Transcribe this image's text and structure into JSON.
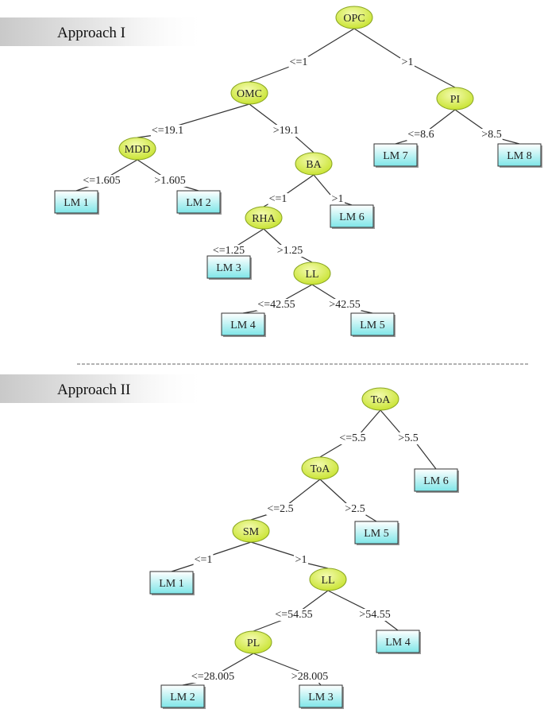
{
  "colors": {
    "split_node_fill_light": "#f4fbb0",
    "split_node_fill_dark": "#c6e22a",
    "split_node_stroke": "#8aa622",
    "leaf_fill_light": "#ffffff",
    "leaf_fill_dark": "#7fe6e8",
    "leaf_stroke": "#333333",
    "edge": "#333333",
    "banner_dark": "#c9c9c9",
    "divider": "#666666"
  },
  "approaches": [
    {
      "title": "Approach I",
      "nodes": [
        {
          "id": "a1-opc",
          "kind": "split",
          "label": "OPC"
        },
        {
          "id": "a1-omc",
          "kind": "split",
          "label": "OMC"
        },
        {
          "id": "a1-pi",
          "kind": "split",
          "label": "PI"
        },
        {
          "id": "a1-mdd",
          "kind": "split",
          "label": "MDD"
        },
        {
          "id": "a1-ba",
          "kind": "split",
          "label": "BA"
        },
        {
          "id": "a1-rha",
          "kind": "split",
          "label": "RHA"
        },
        {
          "id": "a1-ll",
          "kind": "split",
          "label": "LL"
        },
        {
          "id": "a1-lm1",
          "kind": "leaf",
          "label": "LM 1"
        },
        {
          "id": "a1-lm2",
          "kind": "leaf",
          "label": "LM 2"
        },
        {
          "id": "a1-lm3",
          "kind": "leaf",
          "label": "LM 3"
        },
        {
          "id": "a1-lm4",
          "kind": "leaf",
          "label": "LM 4"
        },
        {
          "id": "a1-lm5",
          "kind": "leaf",
          "label": "LM 5"
        },
        {
          "id": "a1-lm6",
          "kind": "leaf",
          "label": "LM 6"
        },
        {
          "id": "a1-lm7",
          "kind": "leaf",
          "label": "LM 7"
        },
        {
          "id": "a1-lm8",
          "kind": "leaf",
          "label": "LM 8"
        }
      ],
      "edges": [
        {
          "from": "a1-opc",
          "to": "a1-omc",
          "label": "<=1"
        },
        {
          "from": "a1-opc",
          "to": "a1-pi",
          "label": ">1"
        },
        {
          "from": "a1-omc",
          "to": "a1-mdd",
          "label": "<=19.1"
        },
        {
          "from": "a1-omc",
          "to": "a1-ba",
          "label": ">19.1"
        },
        {
          "from": "a1-pi",
          "to": "a1-lm7",
          "label": "<=8.6"
        },
        {
          "from": "a1-pi",
          "to": "a1-lm8",
          "label": ">8.5"
        },
        {
          "from": "a1-mdd",
          "to": "a1-lm1",
          "label": "<=1.605"
        },
        {
          "from": "a1-mdd",
          "to": "a1-lm2",
          "label": ">1.605"
        },
        {
          "from": "a1-ba",
          "to": "a1-rha",
          "label": "<=1"
        },
        {
          "from": "a1-ba",
          "to": "a1-lm6",
          "label": ">1"
        },
        {
          "from": "a1-rha",
          "to": "a1-lm3",
          "label": "<=1.25"
        },
        {
          "from": "a1-rha",
          "to": "a1-ll",
          "label": ">1.25"
        },
        {
          "from": "a1-ll",
          "to": "a1-lm4",
          "label": "<=42.55"
        },
        {
          "from": "a1-ll",
          "to": "a1-lm5",
          "label": ">42.55"
        }
      ]
    },
    {
      "title": "Approach II",
      "nodes": [
        {
          "id": "a2-toa1",
          "kind": "split",
          "label": "ToA"
        },
        {
          "id": "a2-toa2",
          "kind": "split",
          "label": "ToA"
        },
        {
          "id": "a2-sm",
          "kind": "split",
          "label": "SM"
        },
        {
          "id": "a2-ll",
          "kind": "split",
          "label": "LL"
        },
        {
          "id": "a2-pl",
          "kind": "split",
          "label": "PL"
        },
        {
          "id": "a2-lm1",
          "kind": "leaf",
          "label": "LM 1"
        },
        {
          "id": "a2-lm2",
          "kind": "leaf",
          "label": "LM 2"
        },
        {
          "id": "a2-lm3",
          "kind": "leaf",
          "label": "LM 3"
        },
        {
          "id": "a2-lm4",
          "kind": "leaf",
          "label": "LM 4"
        },
        {
          "id": "a2-lm5",
          "kind": "leaf",
          "label": "LM 5"
        },
        {
          "id": "a2-lm6",
          "kind": "leaf",
          "label": "LM 6"
        }
      ],
      "edges": [
        {
          "from": "a2-toa1",
          "to": "a2-toa2",
          "label": "<=5.5"
        },
        {
          "from": "a2-toa1",
          "to": "a2-lm6",
          "label": ">5.5"
        },
        {
          "from": "a2-toa2",
          "to": "a2-sm",
          "label": "<=2.5"
        },
        {
          "from": "a2-toa2",
          "to": "a2-lm5",
          "label": ">2.5"
        },
        {
          "from": "a2-sm",
          "to": "a2-lm1",
          "label": "<=1"
        },
        {
          "from": "a2-sm",
          "to": "a2-ll",
          "label": ">1"
        },
        {
          "from": "a2-ll",
          "to": "a2-pl",
          "label": "<=54.55"
        },
        {
          "from": "a2-ll",
          "to": "a2-lm4",
          "label": ">54.55"
        },
        {
          "from": "a2-pl",
          "to": "a2-lm2",
          "label": "<=28.005"
        },
        {
          "from": "a2-pl",
          "to": "a2-lm3",
          "label": ">28.005"
        }
      ]
    }
  ]
}
